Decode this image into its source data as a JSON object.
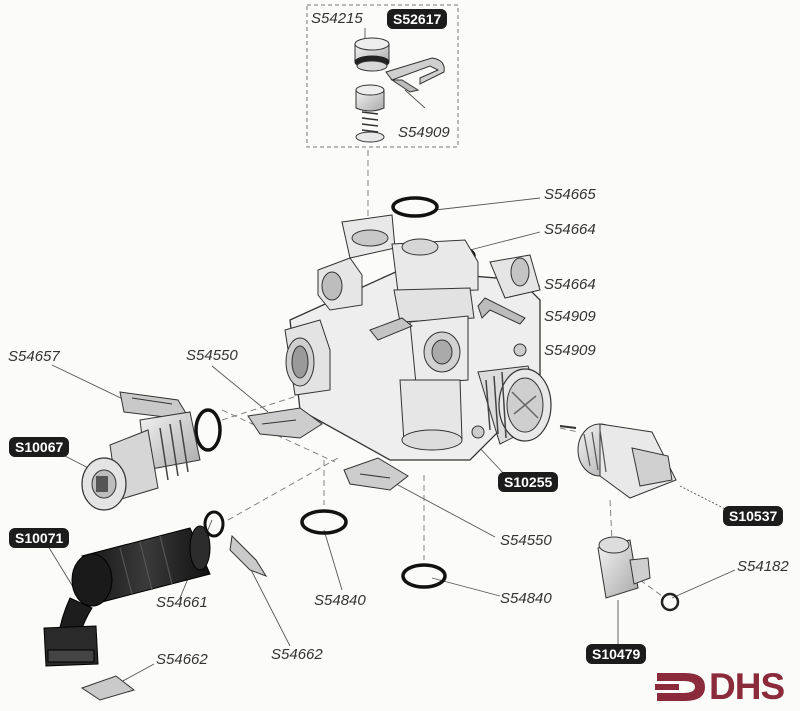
{
  "labels": {
    "s54215": "S54215",
    "s52617": "S52617",
    "s54909_top": "S54909",
    "s54665": "S54665",
    "s54664_a": "S54664",
    "s54664_b": "S54664",
    "s54909_a": "S54909",
    "s54909_b": "S54909",
    "s54657": "S54657",
    "s54550_a": "S54550",
    "s10067": "S10067",
    "s10255": "S10255",
    "s10537": "S10537",
    "s54550_b": "S54550",
    "s10071": "S10071",
    "s54840_a": "S54840",
    "s54840_b": "S54840",
    "s54661": "S54661",
    "s54182": "S54182",
    "s54662_a": "S54662",
    "s54662_b": "S54662",
    "s10479": "S10479"
  },
  "logo": {
    "text": "DHS",
    "color": "#8a2a3a"
  }
}
